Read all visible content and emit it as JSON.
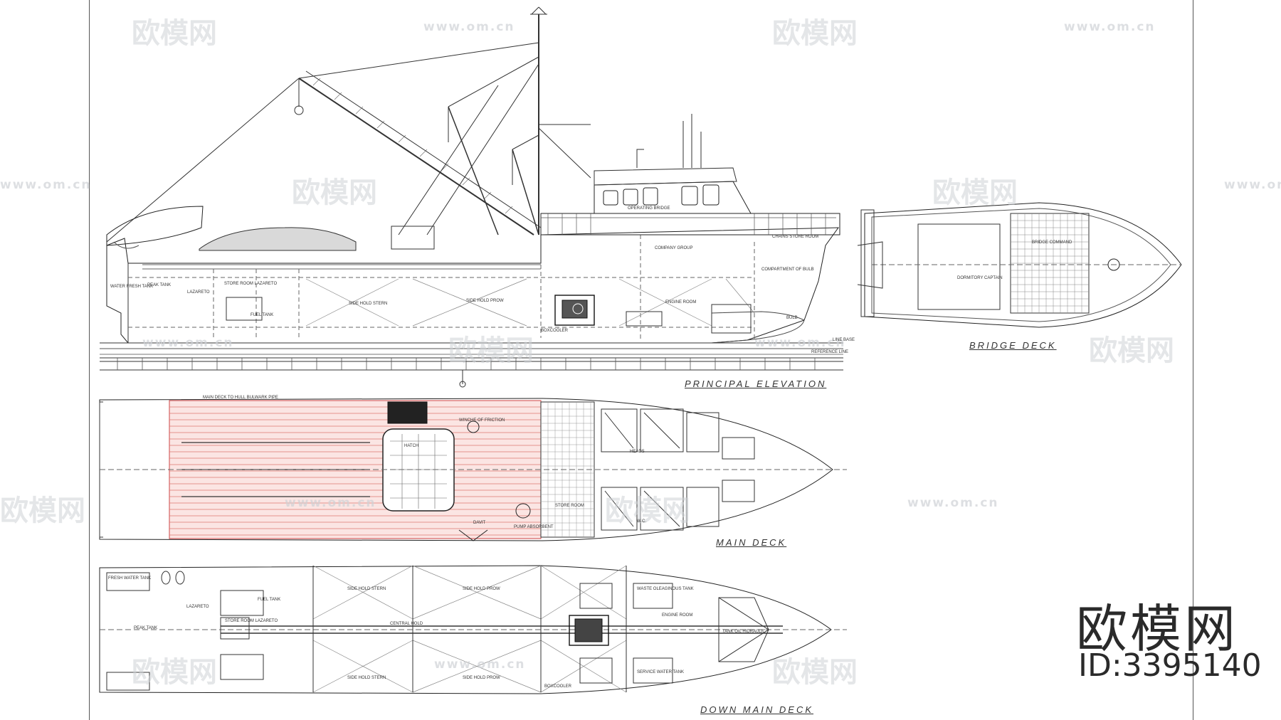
{
  "views": {
    "principal_elevation": "PRINCIPAL ELEVATION",
    "bridge_deck": "BRIDGE DECK",
    "main_deck": "MAIN DECK",
    "down_main_deck": "DOWN MAIN DECK"
  },
  "elevation_labels": {
    "operating_bridge": "OPERATING BRIDGE",
    "company_group": "COMPANY GROUP",
    "chains_store_room": "CHAINS STORE ROOM",
    "compartment_bulb": "COMPARTMENT OF BULB",
    "water_fresh_tank": "WATER FRESH TANK",
    "peak_tank": "PEAK TANK",
    "lazareto": "LAZARETO",
    "store_room_lazareto": "STORE ROOM LAZARETO",
    "fuel_tank": "FUEL TANK",
    "side_hold_stern": "SIDE HOLD STERN",
    "side_hold_prow": "SIDE HOLD PROW",
    "engine_room": "ENGINE ROOM",
    "boxcooler": "BOXCOOLER",
    "bulb": "BULB",
    "reference_line": "REFERENCE LINE",
    "line_base": "LINE BASE"
  },
  "main_deck_labels": {
    "winche_of_friction": "WINCHE OF FRICTION",
    "hatch": "HATCH",
    "main_deck_to_hull": "MAIN DECK TO HULL BULWARK PIPE",
    "pump_absorbent": "PUMP ABSORBENT",
    "davit": "DAVIT",
    "heads": "HEADS",
    "store_room": "STORE ROOM",
    "wash": "W.C."
  },
  "down_deck_labels": {
    "fresh_water_tank": "FRESH WATER TANK",
    "lazareto": "LAZARETO",
    "peak_tank": "PEAK TANK",
    "fuel_tank": "FUEL TANK",
    "store_room": "STORE ROOM LAZARETO",
    "side_hold_stern": "SIDE HOLD STERN",
    "side_hold_prow": "SIDE HOLD PROW",
    "central_hold": "CENTRAL HOLD",
    "waste_oleaginous_tank": "WASTE OLEAGINOUS TANK",
    "engine_room": "ENGINE ROOM",
    "tank_oil_hidraulic": "TANK OIL HIDRAULIC",
    "boxcooler": "BOXCOOLER",
    "service_water_tank": "SERVICE WATER TANK"
  },
  "bridge_labels": {
    "bridge_command": "BRIDGE COMMAND",
    "dormitory_captain": "DORMITORY CAPTAIN"
  },
  "watermark": {
    "brand_cn": "欧模网",
    "url": "www.om.cn",
    "id": "ID:3395140"
  }
}
